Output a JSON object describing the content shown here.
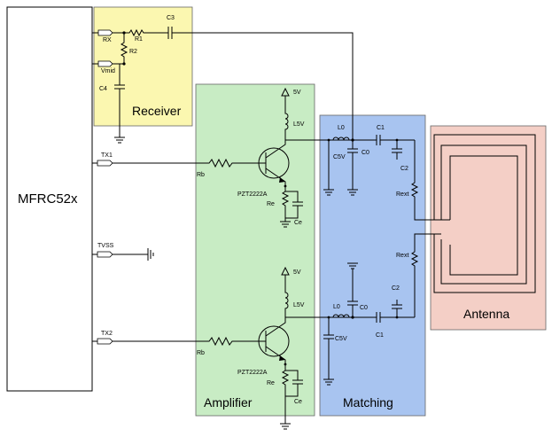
{
  "blocks": {
    "chip": "MFRC52x",
    "receiver": "Receiver",
    "amplifier": "Amplifier",
    "matching": "Matching",
    "antenna": "Antenna"
  },
  "pins": {
    "rx": "RX",
    "vmid": "Vmid",
    "tx1": "TX1",
    "tvss": "TVSS",
    "tx2": "TX2"
  },
  "receiver_parts": {
    "r1": "R1",
    "r2": "R2",
    "c3": "C3",
    "c4": "C4"
  },
  "amplifier_parts": {
    "supply_top": "5V",
    "inductor_top": "L5V",
    "rb_top": "Rb",
    "transistor_top": "PZT2222A",
    "re_top": "Re",
    "ce_top": "Ce",
    "supply_bottom": "5V",
    "inductor_bottom": "L5V",
    "rb_bottom": "Rb",
    "transistor_bottom": "PZT2222A",
    "re_bottom": "Re",
    "ce_bottom": "Ce"
  },
  "matching_parts": {
    "l0_top": "L0",
    "c1_top": "C1",
    "c5v_top": "C5V",
    "c0_top": "C0",
    "c2_top": "C2",
    "rext_top": "Rext",
    "rext_bottom": "Rext",
    "c2_bottom": "C2",
    "l0_bottom": "L0",
    "c0_bottom": "C0",
    "c5v_bottom": "C5V",
    "c1_bottom": "C1"
  },
  "colors": {
    "receiver_fill": "#fbf7b0",
    "amplifier_fill": "#c8ecc4",
    "matching_fill": "#a8c4f0",
    "antenna_fill": "#f4cfc6"
  }
}
